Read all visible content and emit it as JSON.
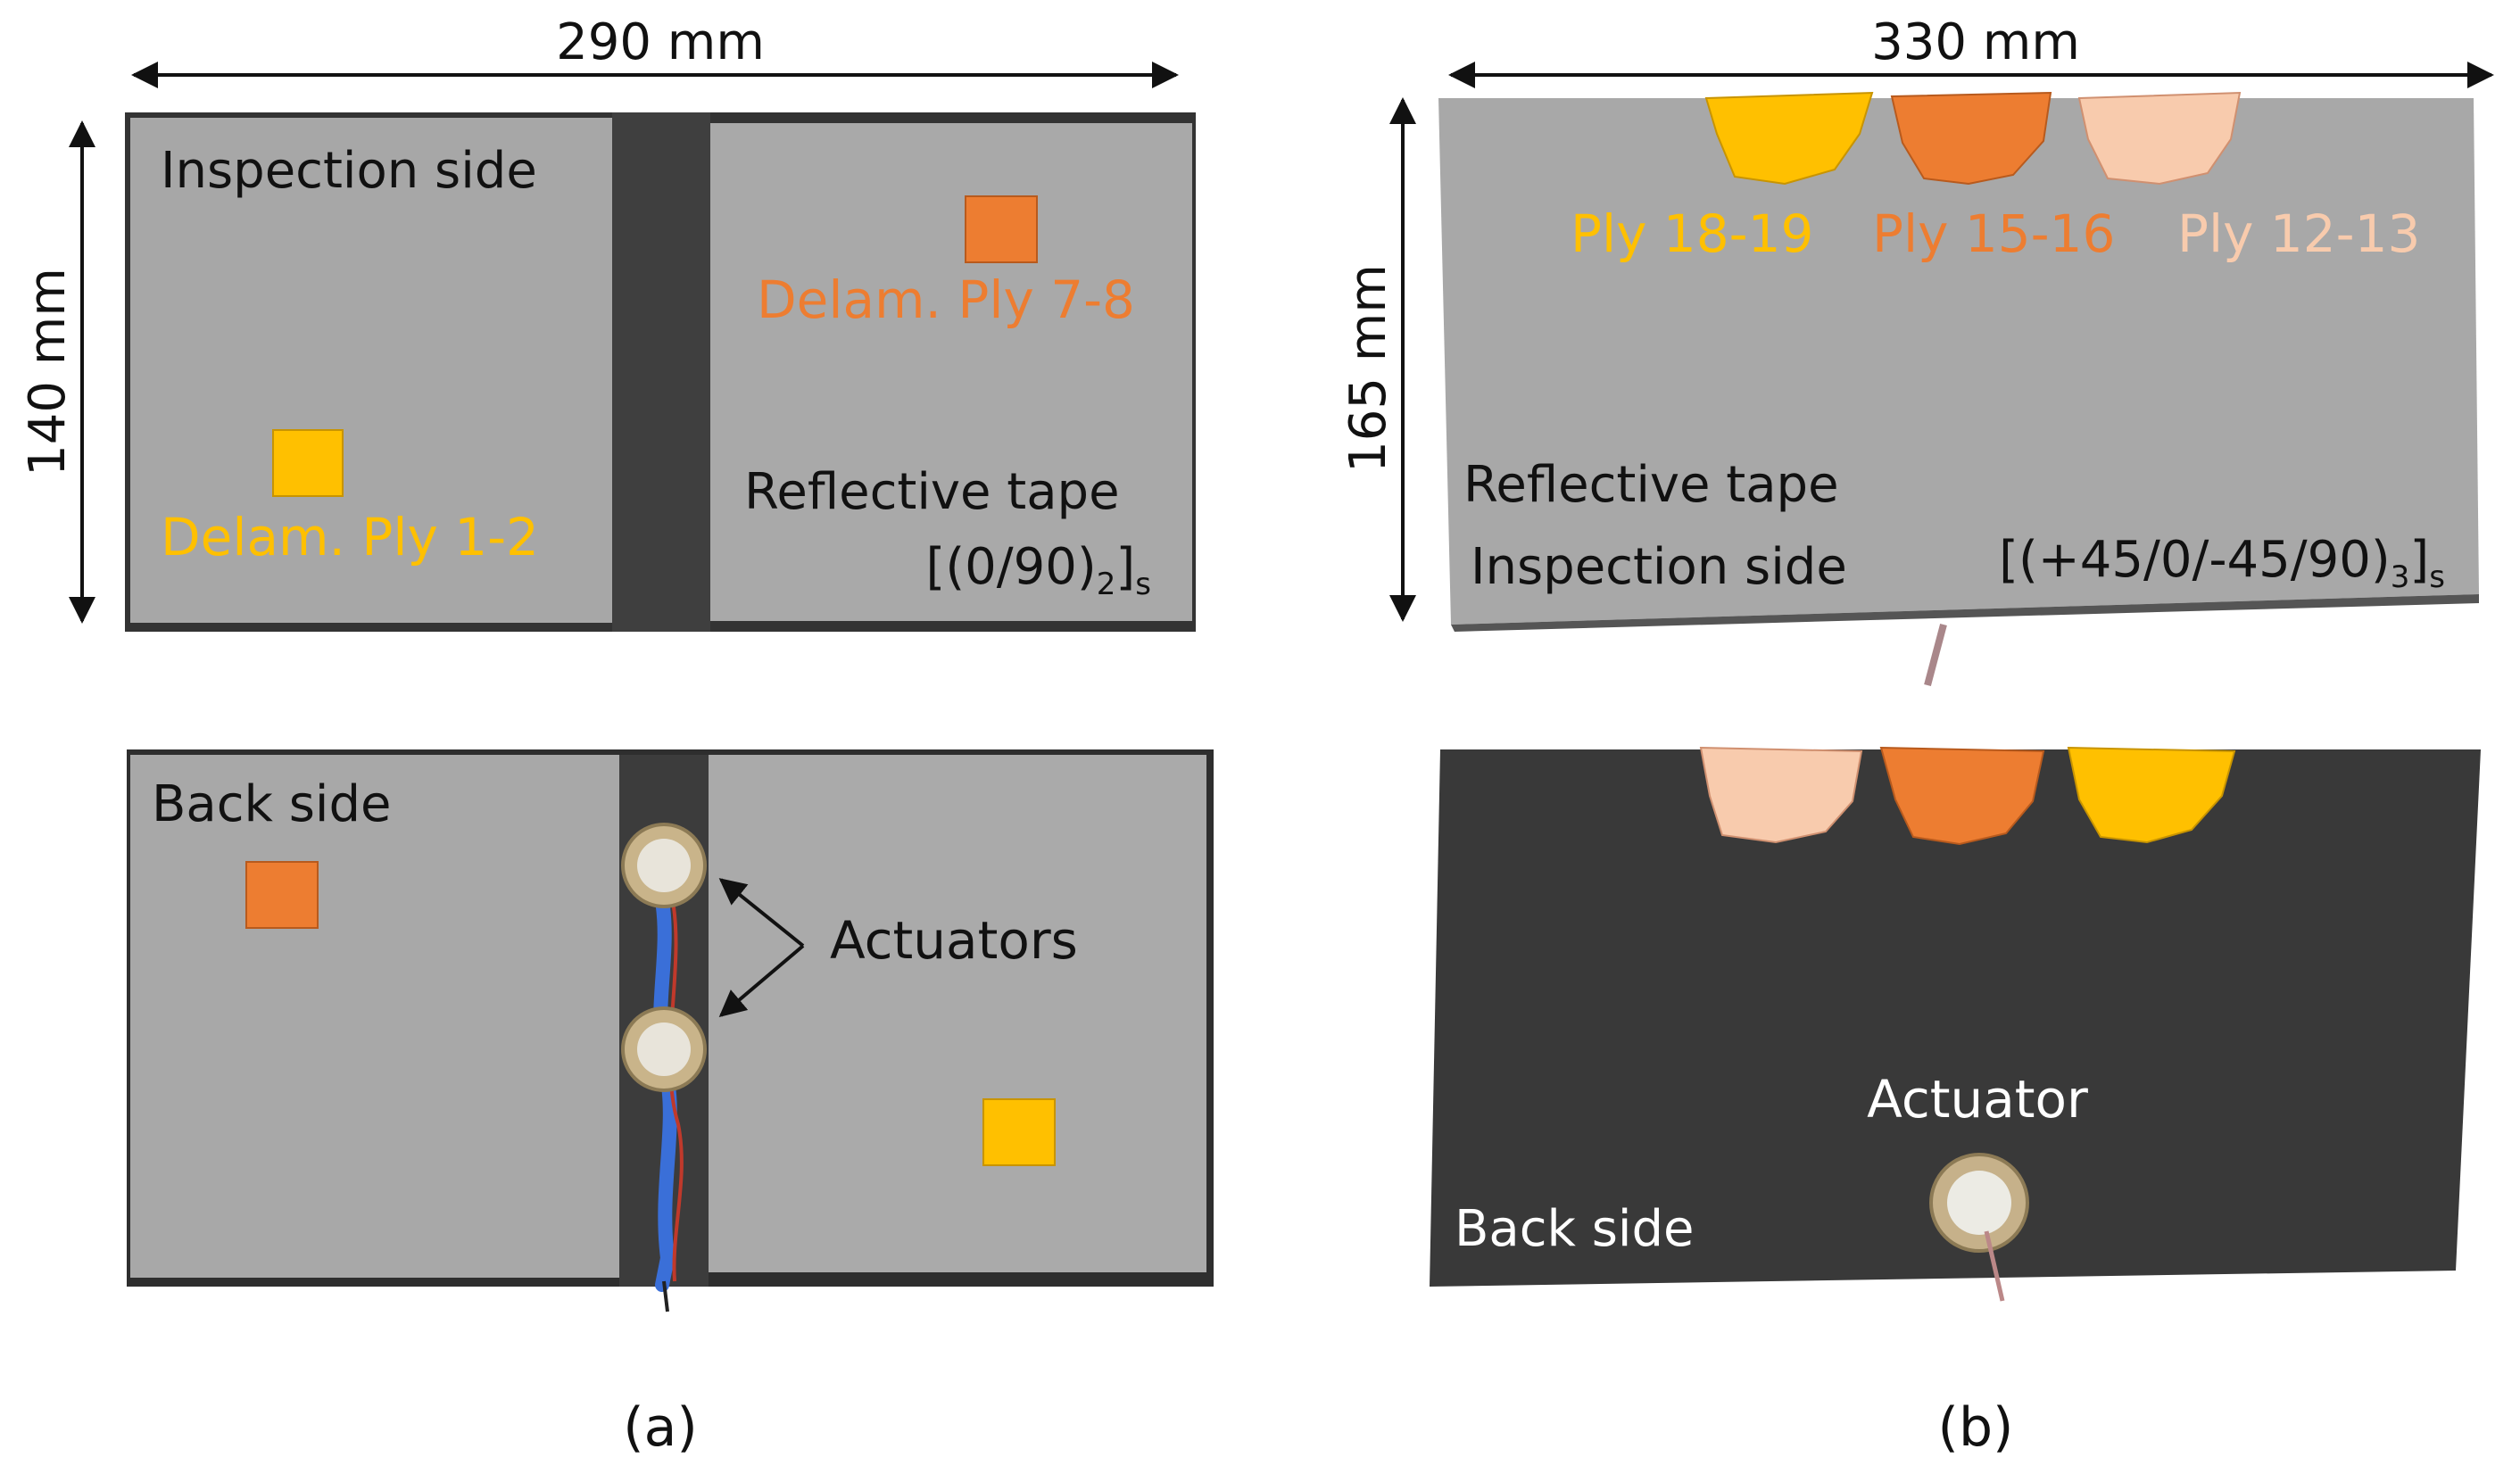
{
  "colors": {
    "yellow": "#ffc000",
    "orange": "#ed7d31",
    "peach": "#f8cbad",
    "panel_grey": "#a9a9a9",
    "tape_dark": "#3f3f3f",
    "plate_dark": "#3a3a3a",
    "text_black": "#111111",
    "text_white": "#ffffff"
  },
  "panel_a": {
    "width_label": "290 mm",
    "height_label": "140 mm",
    "top": {
      "side_label": "Inspection side",
      "delam_left_label": "Delam. Ply 1-2",
      "delam_right_label": "Delam. Ply 7-8",
      "tape_label": "Reflective tape",
      "layup_main": "[(0/90)",
      "layup_sub": "2",
      "layup_close": "]",
      "layup_sym": "s"
    },
    "bottom": {
      "side_label": "Back side",
      "actuators_label": "Actuators"
    },
    "caption": "(a)"
  },
  "panel_b": {
    "width_label": "330 mm",
    "height_label": "165 mm",
    "top": {
      "ply_labels": [
        "Ply 18-19",
        "Ply 15-16",
        "Ply 12-13"
      ],
      "tape_label": "Reflective tape",
      "side_label": "Inspection side",
      "layup_main": "[(+45/0/-45/90)",
      "layup_sub": "3",
      "layup_close": "]",
      "layup_sym": "s"
    },
    "bottom": {
      "actuator_label": "Actuator",
      "side_label": "Back side"
    },
    "caption": "(b)"
  }
}
